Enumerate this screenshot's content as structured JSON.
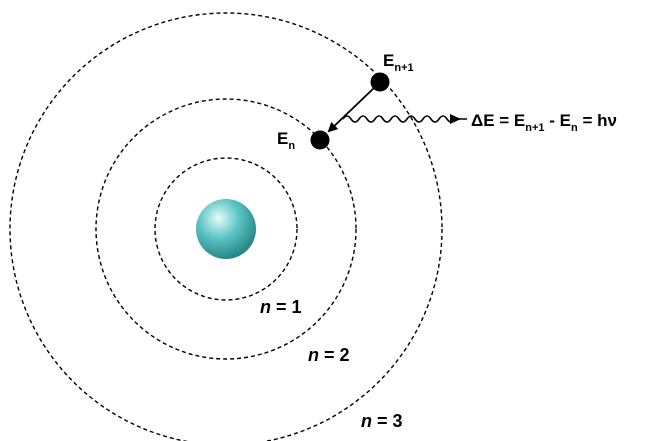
{
  "labels": {
    "e_upper_base": "E",
    "e_upper_sub": "n+1",
    "e_lower_base": "E",
    "e_lower_sub": "n",
    "equation": {
      "delta": "ΔE = E",
      "sub1": "n+1",
      "minus": " - E",
      "sub2": "n",
      "rest": " = hν"
    },
    "orbit_1": {
      "var": "n",
      "rest": " = 1"
    },
    "orbit_2": {
      "var": "n",
      "rest": " = 2"
    },
    "orbit_3": {
      "var": "n",
      "rest": " = 3"
    }
  },
  "colors": {
    "nucleus_light": "#e6fbfb",
    "nucleus_mid": "#5cc4c4",
    "nucleus_dark": "#1e7b7b",
    "electron": "#000000",
    "orbit": "#000000"
  }
}
